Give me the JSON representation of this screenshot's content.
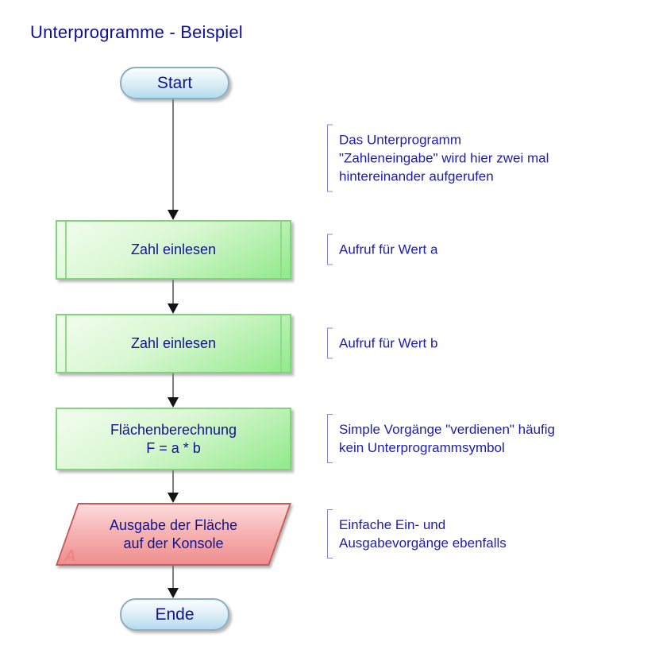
{
  "title": "Unterprogramme - Beispiel",
  "flow": {
    "start_label": "Start",
    "end_label": "Ende",
    "nodes": [
      {
        "type": "subroutine",
        "label": "Zahl einlesen"
      },
      {
        "type": "subroutine",
        "label": "Zahl einlesen"
      },
      {
        "type": "process",
        "lines": [
          "Flächenberechnung",
          "F = a * b"
        ]
      },
      {
        "type": "io",
        "lines": [
          "Ausgabe der Fläche",
          "auf der Konsole"
        ],
        "corner_letter": "A"
      }
    ]
  },
  "annotations": [
    {
      "lines": [
        "Das Unterprogramm",
        "\"Zahleneingabe\" wird hier zwei mal",
        "hintereinander aufgerufen"
      ]
    },
    {
      "lines": [
        "Aufruf für Wert a"
      ]
    },
    {
      "lines": [
        "Aufruf für Wert b"
      ]
    },
    {
      "lines": [
        "Simple Vorgänge \"verdienen\" häufig",
        "kein Unterprogrammsymbol"
      ]
    },
    {
      "lines": [
        "Einfache Ein- und",
        "Ausgabevorgänge ebenfalls"
      ]
    }
  ],
  "colors": {
    "title_text": "#0d0d9e",
    "node_text": "#14148c",
    "annotation_text": "#1d1daa",
    "subroutine_fill": "#92e98c",
    "subroutine_border": "#82d47c",
    "terminal_fill": "#b4dbee",
    "terminal_border": "#8caebf",
    "io_fill": "#ef8e8e",
    "io_border": "#c65a5a",
    "io_corner_letter": "#ee8585",
    "arrow_line": "#7d7d7d",
    "arrow_head": "#141414",
    "bracket": "#8a8ad0",
    "background": "#ffffff"
  }
}
